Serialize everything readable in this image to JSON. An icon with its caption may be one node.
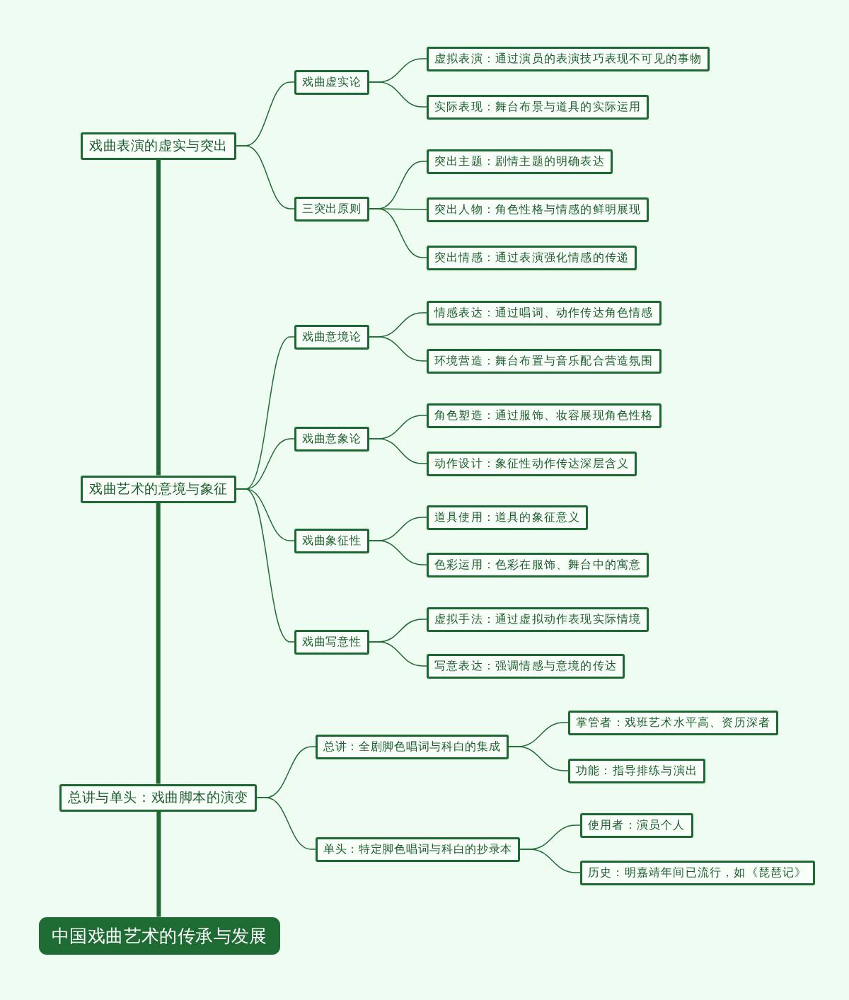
{
  "diagram": {
    "nodes": [
      {
        "text": [
          "中国戏曲艺术的传承与发展"
        ]
      },
      {
        "text": [
          "戏曲表演的虚实与突出"
        ]
      },
      {
        "text": [
          "戏曲虚实论"
        ]
      },
      {
        "text": [
          "虚拟表演：通过演员的表演技巧表现不可见的事物"
        ]
      },
      {
        "text": [
          "实际表现：舞台布景与道具的实际运用"
        ]
      },
      {
        "text": [
          "三突出原则"
        ]
      },
      {
        "text": [
          "突出主题：剧情主题的明确表达"
        ]
      },
      {
        "text": [
          "突出人物：角色性格与情感的鲜明展现"
        ]
      },
      {
        "text": [
          "突出情感：通过表演强化情感的传递"
        ]
      },
      {
        "text": [
          "戏曲艺术的意境与象征"
        ]
      },
      {
        "text": [
          "戏曲意境论"
        ]
      },
      {
        "text": [
          "情感表达：通过唱词、动作传达角色情感"
        ]
      },
      {
        "text": [
          "环境营造：舞台布置与音乐配合营造氛围"
        ]
      },
      {
        "text": [
          "戏曲意象论"
        ]
      },
      {
        "text": [
          "角色塑造：通过服饰、妆容展现角色性格"
        ]
      },
      {
        "text": [
          "动作设计：象征性动作传达深层含义"
        ]
      },
      {
        "text": [
          "戏曲象征性"
        ]
      },
      {
        "text": [
          "道具使用：道具的象征意义"
        ]
      },
      {
        "text": [
          "色彩运用：色彩在服饰、舞台中的寓意"
        ]
      },
      {
        "text": [
          "戏曲写意性"
        ]
      },
      {
        "text": [
          "虚拟手法：通过虚拟动作表现实际情境"
        ]
      },
      {
        "text": [
          "写意表达：强调情感与意境的传达"
        ]
      },
      {
        "text": [
          "总讲与单头：戏曲脚本的演变"
        ]
      },
      {
        "text": [
          "总讲：全剧脚色唱词与科白的集成"
        ]
      },
      {
        "text": [
          "掌管者：戏班艺术水平高、资历深者"
        ]
      },
      {
        "text": [
          "功能：指导排练与演出"
        ]
      },
      {
        "text": [
          "单头：特定脚色唱词与科白的抄录本"
        ]
      },
      {
        "text": [
          "使用者：演员个人"
        ]
      },
      {
        "text": [
          "历史：明嘉靖年间已流行，如《琵琶记》"
        ]
      }
    ],
    "edges": [
      {
        "from": 0,
        "to": 22,
        "arrow": "none",
        "style": "thick"
      },
      {
        "from": 22,
        "to": 9,
        "arrow": "none",
        "style": "thick"
      },
      {
        "from": 9,
        "to": 1,
        "arrow": "none",
        "style": "thick"
      },
      {
        "from": 1,
        "to": 2,
        "arrow": "none"
      },
      {
        "from": 1,
        "to": 5,
        "arrow": "none"
      },
      {
        "from": 2,
        "to": 3,
        "arrow": "none"
      },
      {
        "from": 2,
        "to": 4,
        "arrow": "none"
      },
      {
        "from": 5,
        "to": 6,
        "arrow": "none"
      },
      {
        "from": 5,
        "to": 7,
        "arrow": "none"
      },
      {
        "from": 5,
        "to": 8,
        "arrow": "none"
      },
      {
        "from": 9,
        "to": 10,
        "arrow": "none"
      },
      {
        "from": 9,
        "to": 13,
        "arrow": "none"
      },
      {
        "from": 9,
        "to": 16,
        "arrow": "none"
      },
      {
        "from": 9,
        "to": 19,
        "arrow": "none"
      },
      {
        "from": 10,
        "to": 11,
        "arrow": "none"
      },
      {
        "from": 10,
        "to": 12,
        "arrow": "none"
      },
      {
        "from": 13,
        "to": 14,
        "arrow": "none"
      },
      {
        "from": 13,
        "to": 15,
        "arrow": "none"
      },
      {
        "from": 16,
        "to": 17,
        "arrow": "none"
      },
      {
        "from": 16,
        "to": 18,
        "arrow": "none"
      },
      {
        "from": 19,
        "to": 20,
        "arrow": "none"
      },
      {
        "from": 19,
        "to": 21,
        "arrow": "none"
      },
      {
        "from": 22,
        "to": 23,
        "arrow": "none"
      },
      {
        "from": 22,
        "to": 26,
        "arrow": "none"
      },
      {
        "from": 23,
        "to": 24,
        "arrow": "none"
      },
      {
        "from": 23,
        "to": 25,
        "arrow": "none"
      },
      {
        "from": 26,
        "to": 27,
        "arrow": "none"
      },
      {
        "from": 26,
        "to": 28,
        "arrow": "none"
      }
    ]
  }
}
